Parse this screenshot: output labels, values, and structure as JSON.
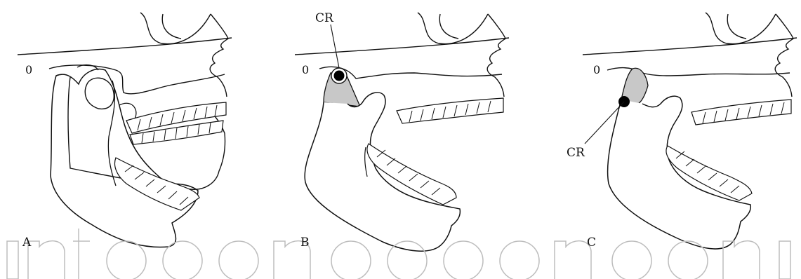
{
  "panels": [
    {
      "letter": "A",
      "zero": "0"
    },
    {
      "letter": "B",
      "zero": "0",
      "callout": "CR"
    },
    {
      "letter": "C",
      "zero": "0",
      "callout": "CR"
    }
  ],
  "watermark": "intechopen",
  "colors": {
    "ink": "#111111",
    "condyle_shade": "#c8c8c8",
    "marker": "#000000",
    "watermark": "#bdbdbd"
  }
}
